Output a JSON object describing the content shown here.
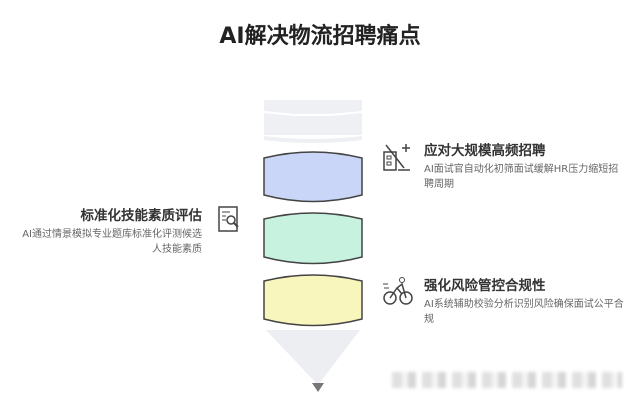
{
  "title": "AI解决物流招聘痛点",
  "items": [
    {
      "heading": "应对大规模高频招聘",
      "desc": "AI面试官自动化初筛面试缓解HR压力缩短招聘周期",
      "icon": "tools-checklist-icon",
      "color": "#c9d6f7"
    },
    {
      "heading": "标准化技能素质评估",
      "desc": "AI通过情景模拟专业题库标准化评测候选人技能素质",
      "icon": "document-search-icon",
      "color": "#c7f2df"
    },
    {
      "heading": "强化风险管控合规性",
      "desc": "AI系统辅助校验分析识别风险确保面试公平合规",
      "icon": "cyclist-icon",
      "color": "#f8f5bd"
    }
  ]
}
